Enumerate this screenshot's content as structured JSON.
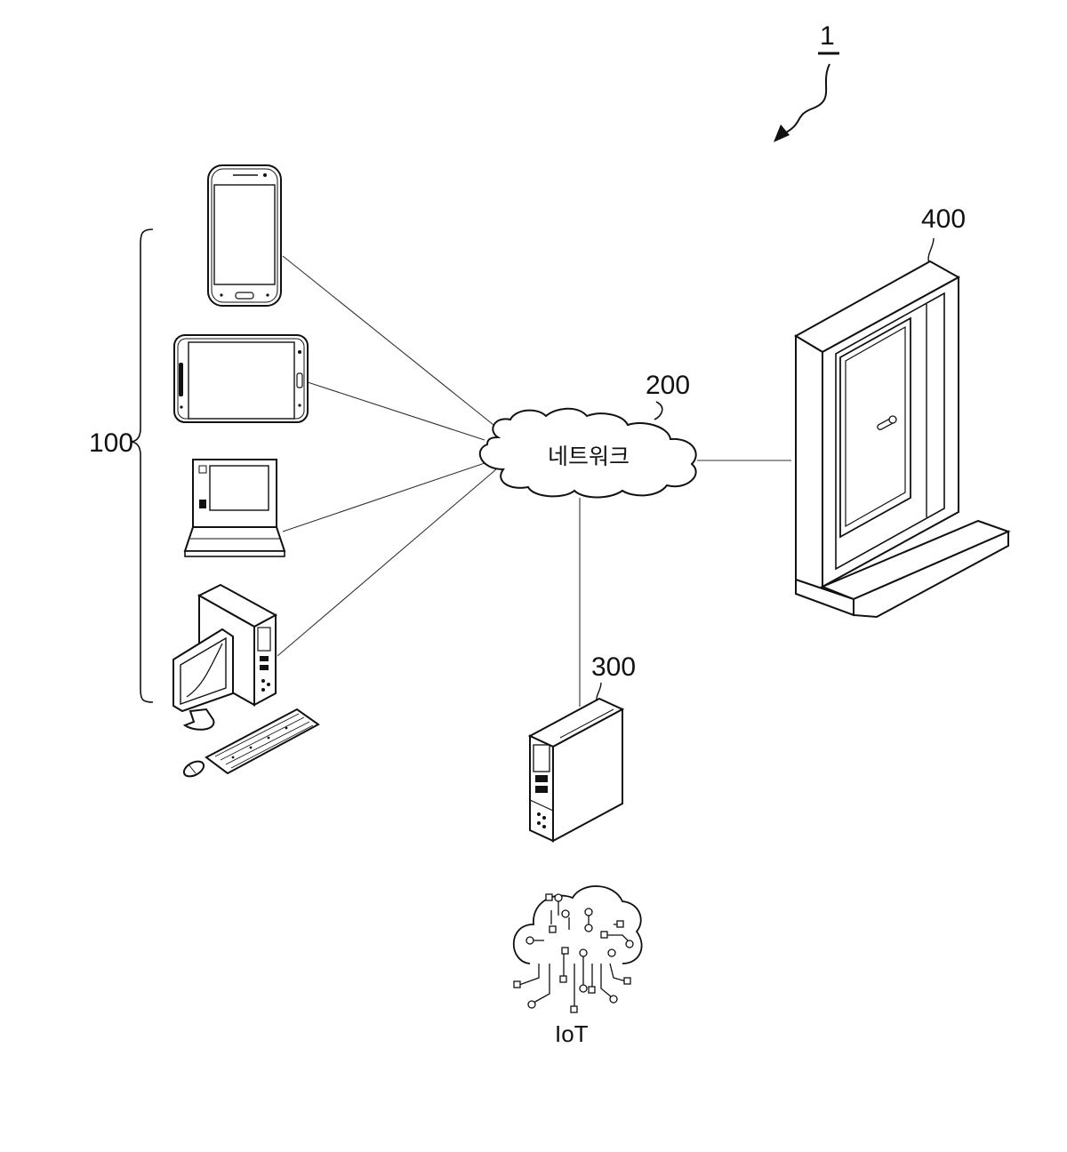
{
  "figure": {
    "system_ref": "1"
  },
  "devices_group": {
    "ref": "100",
    "items": [
      {
        "name": "smartphone-icon"
      },
      {
        "name": "tablet-icon"
      },
      {
        "name": "laptop-icon"
      },
      {
        "name": "desktop-computer-icon"
      }
    ]
  },
  "network": {
    "ref": "200",
    "label": "네트워크",
    "icon": "cloud-icon"
  },
  "server": {
    "ref": "300",
    "icon": "server-tower-icon"
  },
  "iot": {
    "label": "IoT",
    "icon": "iot-cloud-circuit-icon"
  },
  "door": {
    "ref": "400",
    "icon": "door-icon"
  }
}
